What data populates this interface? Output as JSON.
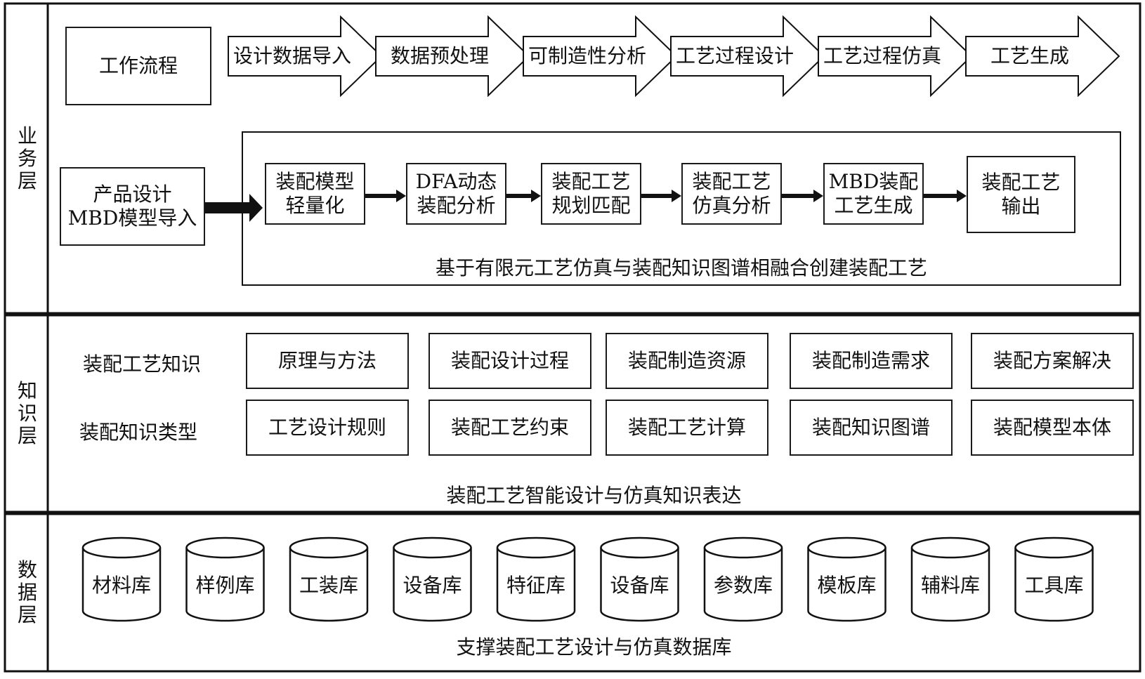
{
  "layers": {
    "business": "业务层",
    "knowledge": "知识层",
    "data": "数据层"
  },
  "business": {
    "workflow_label": "工作流程",
    "workflow_steps": [
      "设计数据导入",
      "数据预处理",
      "可制造性分析",
      "工艺过程设计",
      "工艺过程仿真",
      "工艺生成"
    ],
    "input_box": [
      "产品设计",
      "MBD模型导入"
    ],
    "process_steps": [
      [
        "装配模型",
        "轻量化"
      ],
      [
        "DFA动态",
        "装配分析"
      ],
      [
        "装配工艺",
        "规划匹配"
      ],
      [
        "装配工艺",
        "仿真分析"
      ],
      [
        "MBD装配",
        "工艺生成"
      ],
      [
        "装配工艺",
        "输出"
      ]
    ],
    "process_caption": "基于有限元工艺仿真与装配知识图谱相融合创建装配工艺"
  },
  "knowledge": {
    "row1_label": "装配工艺知识",
    "row1_items": [
      "原理与方法",
      "装配设计过程",
      "装配制造资源",
      "装配制造需求",
      "装配方案解决"
    ],
    "row2_label": "装配知识类型",
    "row2_items": [
      "工艺设计规则",
      "装配工艺约束",
      "装配工艺计算",
      "装配知识图谱",
      "装配模型本体"
    ],
    "caption": "装配工艺智能设计与仿真知识表达"
  },
  "data": {
    "databases": [
      "材料库",
      "样例库",
      "工装库",
      "设备库",
      "特征库",
      "设备库",
      "参数库",
      "模板库",
      "辅料库",
      "工具库"
    ],
    "caption": "支撑装配工艺设计与仿真数据库"
  }
}
